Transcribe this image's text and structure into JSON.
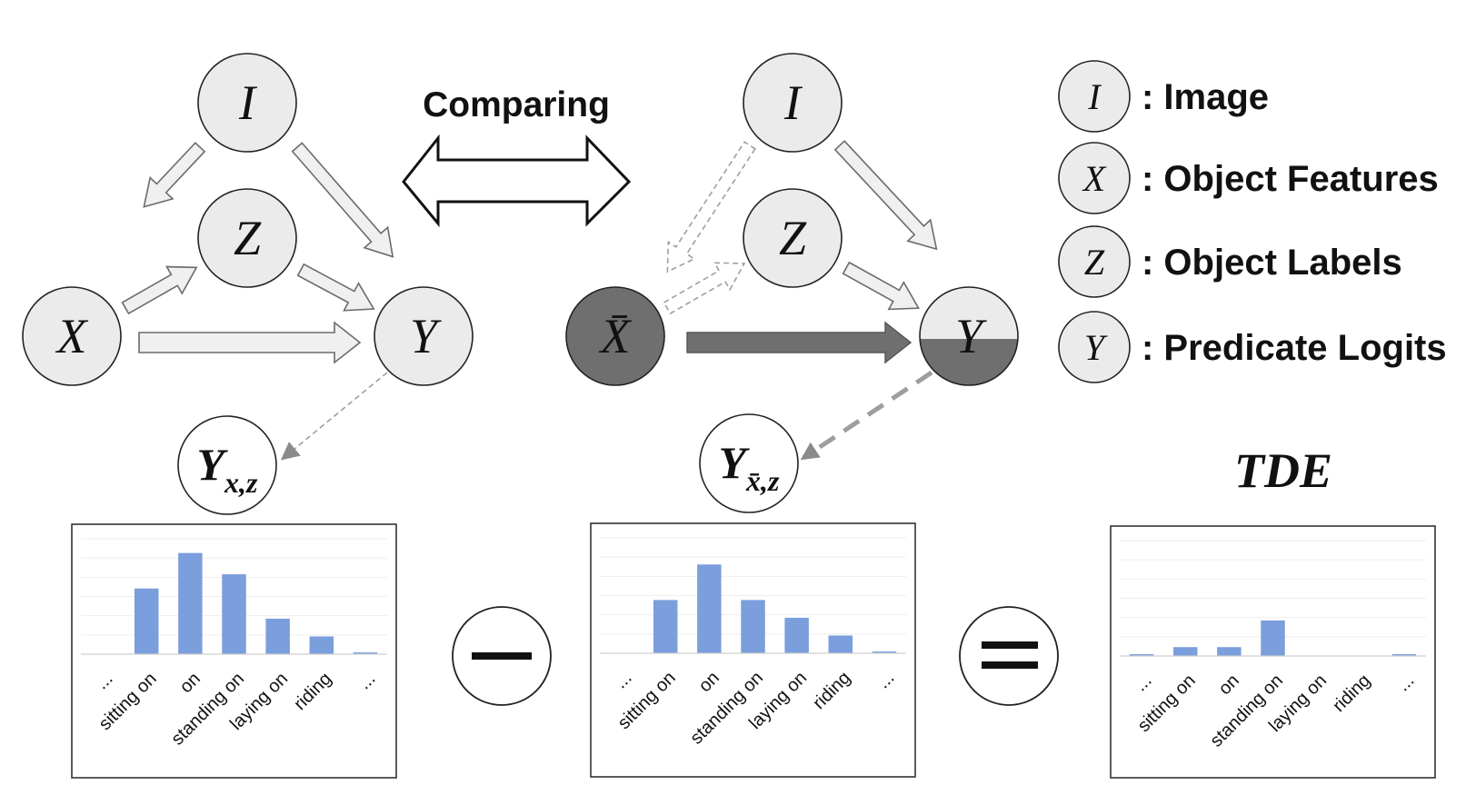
{
  "comparing_label": "Comparing",
  "left_graph": {
    "nodes": {
      "I": "I",
      "Z": "Z",
      "X": "X",
      "Y": "Y"
    },
    "output_main": "Y",
    "output_sub": "x,z"
  },
  "right_graph": {
    "nodes": {
      "I": "I",
      "Z": "Z",
      "X": "X̄",
      "Y": "Y"
    },
    "output_main": "Y",
    "output_sub": "x̄,z"
  },
  "legend": [
    {
      "symbol": "I",
      "text": ": Image"
    },
    {
      "symbol": "X",
      "text": ": Object Features"
    },
    {
      "symbol": "Z",
      "text": ": Object Labels"
    },
    {
      "symbol": "Y",
      "text": ": Predicate Logits"
    }
  ],
  "operators": {
    "minus": "minus",
    "equals": "equals"
  },
  "tde_label": "TDE",
  "colors": {
    "bar": "#7b9edc",
    "node": "#ebebeb",
    "intervened_node": "#6f6f6f"
  },
  "chart_data": [
    {
      "type": "bar",
      "categories": [
        "...",
        "sitting on",
        "on",
        "standing on",
        "laying on",
        "riding",
        "..."
      ],
      "values": [
        0,
        3.7,
        5.7,
        4.5,
        2.0,
        1.0,
        0.1
      ],
      "ylim": [
        0,
        6.5
      ]
    },
    {
      "type": "bar",
      "categories": [
        "...",
        "sitting on",
        "on",
        "standing on",
        "laying on",
        "riding",
        "..."
      ],
      "values": [
        0,
        3.0,
        5.0,
        3.0,
        2.0,
        1.0,
        0.1
      ],
      "ylim": [
        0,
        6.5
      ]
    },
    {
      "type": "bar",
      "categories": [
        "...",
        "sitting on",
        "on",
        "standing on",
        "laying on",
        "riding",
        "..."
      ],
      "values": [
        0.1,
        0.5,
        0.5,
        2.0,
        0,
        0,
        0.1
      ],
      "ylim": [
        0,
        6.5
      ]
    }
  ]
}
